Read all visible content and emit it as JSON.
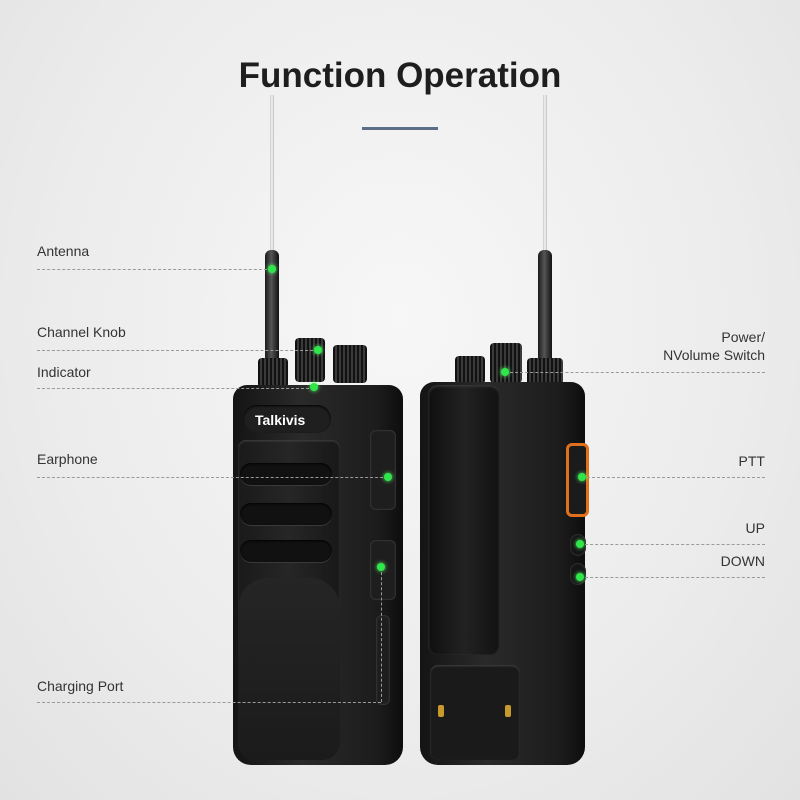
{
  "title": "Function Operation",
  "brand": "Talkivis",
  "colors": {
    "accent_line": "#5a6e85",
    "indicator_dot": "#2ee84a",
    "ptt_frame": "#e0701c"
  },
  "callouts": {
    "left": [
      {
        "label": "Antenna"
      },
      {
        "label": "Channel Knob"
      },
      {
        "label": "Indicator"
      },
      {
        "label": "Earphone"
      },
      {
        "label": "Charging Port"
      }
    ],
    "right": [
      {
        "label_line1": "Power/",
        "label_line2": "NVolume Switch"
      },
      {
        "label": "PTT"
      },
      {
        "label": "UP"
      },
      {
        "label": "DOWN"
      }
    ]
  }
}
